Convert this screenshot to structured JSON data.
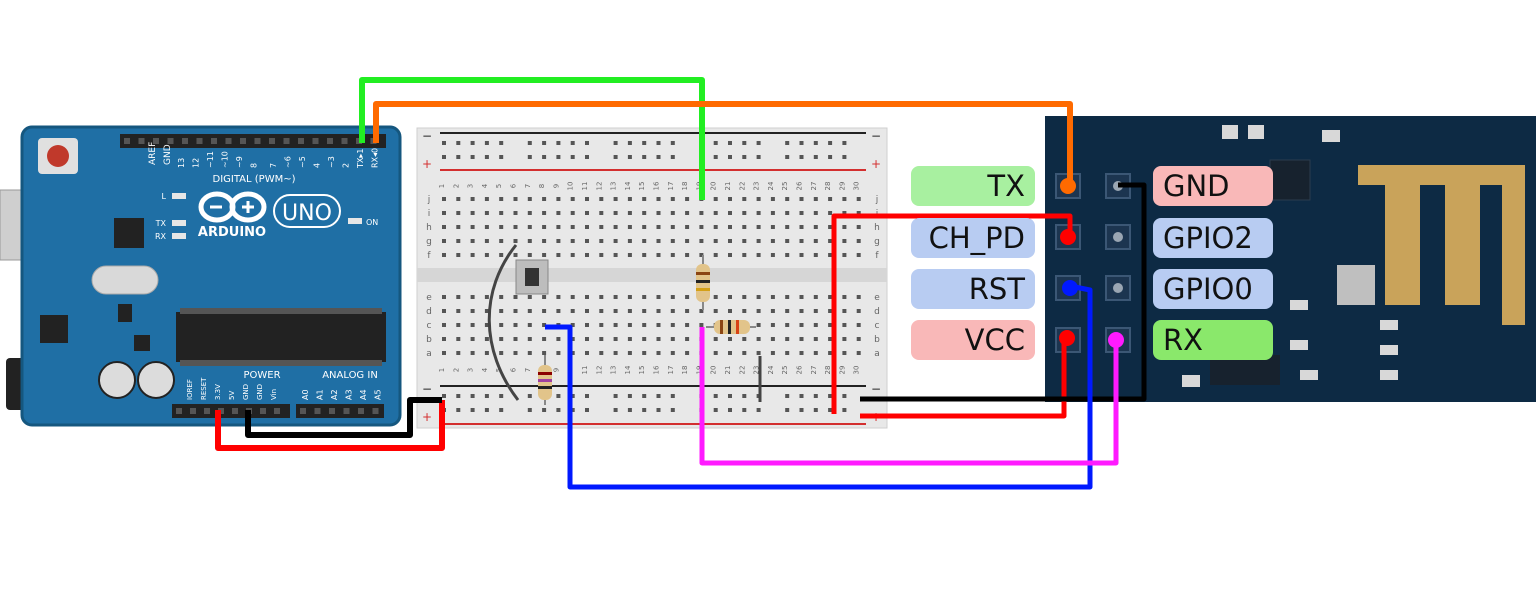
{
  "arduino": {
    "brand": "ARDUINO",
    "model": "UNO",
    "digital_header_label": "DIGITAL (PWM~)",
    "power_header_label": "POWER",
    "analog_header_label": "ANALOG IN",
    "aref_label": "AREF",
    "gnd_top_label": "GND",
    "digital_pin_labels": [
      "13",
      "12",
      "~11",
      "~10",
      "~9",
      "8",
      "7",
      "~6",
      "~5",
      "4",
      "~3",
      "2",
      "TX▸1",
      "RX◂0"
    ],
    "power_pin_labels": [
      "IOREF",
      "RESET",
      "3.3V",
      "5V",
      "GND",
      "GND",
      "Vin"
    ],
    "analog_pin_labels": [
      "A0",
      "A1",
      "A2",
      "A3",
      "A4",
      "A5"
    ],
    "led_labels": [
      "L",
      "TX",
      "RX",
      "ON"
    ],
    "colors": {
      "board": "#1f6fa5",
      "board_edge": "#15577f",
      "chip": "#222222",
      "header": "#222222",
      "silk": "#ffffff"
    }
  },
  "breadboard": {
    "row_letters_top": [
      "j",
      "i",
      "h",
      "g",
      "f"
    ],
    "row_letters_bottom": [
      "e",
      "d",
      "c",
      "b",
      "a"
    ],
    "column_numbers": [
      "1",
      "2",
      "3",
      "4",
      "5",
      "6",
      "7",
      "8",
      "9",
      "10",
      "11",
      "12",
      "13",
      "14",
      "15",
      "16",
      "17",
      "18",
      "19",
      "20",
      "21",
      "22",
      "23",
      "24",
      "25",
      "26",
      "27",
      "28",
      "29",
      "30"
    ],
    "rail_plus": "+",
    "rail_minus": "−",
    "colors": {
      "body": "#e8e8e8",
      "hole": "#555555",
      "red_rail": "#d32f2f",
      "black_rail": "#222222"
    }
  },
  "esp8266": {
    "pin_labels": {
      "TX": "TX",
      "CH_PD": "CH_PD",
      "RST": "RST",
      "VCC": "VCC",
      "GND": "GND",
      "GPIO2": "GPIO2",
      "GPIO0": "GPIO0",
      "RX": "RX"
    },
    "label_colors": {
      "green": "#a8f0a0",
      "blue": "#b8ccf2",
      "red": "#f9b8b8",
      "bright_green": "#8ae86b"
    },
    "board_color": "#0d2a44",
    "antenna_color": "#c9a35a"
  },
  "wire_colors": {
    "green": "#22ee22",
    "orange": "#ff6a00",
    "red": "#ff0000",
    "black": "#000000",
    "blue": "#0019ff",
    "magenta": "#ff1aff"
  }
}
